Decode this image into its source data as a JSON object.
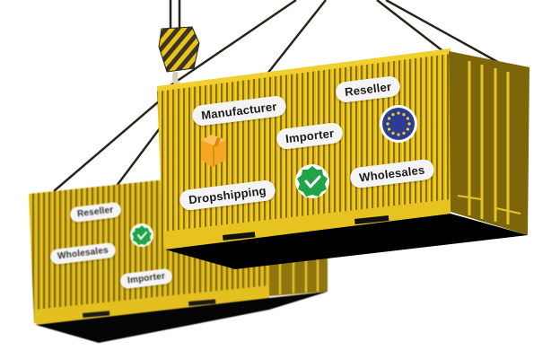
{
  "scene": {
    "description": "Two yellow shipping containers hanging from a crane hook",
    "colors": {
      "container_yellow": "#e8c21a",
      "container_dark": "#6b5608",
      "underside": "#000000",
      "tag_bg": "#f4f4f4",
      "check_green": "#1fa447",
      "eu_blue": "#2a3d91",
      "eu_star": "#f5d21b",
      "box_orange": "#f5a623"
    }
  },
  "front_container": {
    "tags": [
      {
        "label": "Manufacturer"
      },
      {
        "label": "Reseller"
      },
      {
        "label": "Importer"
      },
      {
        "label": "Dropshipping"
      },
      {
        "label": "Wholesales"
      }
    ],
    "icons": [
      "box-icon",
      "eu-flag-icon",
      "check-badge-icon"
    ]
  },
  "back_container": {
    "tags": [
      {
        "label": "Reseller"
      },
      {
        "label": "Wholesales"
      },
      {
        "label": "Importer"
      }
    ],
    "icons": [
      "check-badge-icon"
    ]
  }
}
